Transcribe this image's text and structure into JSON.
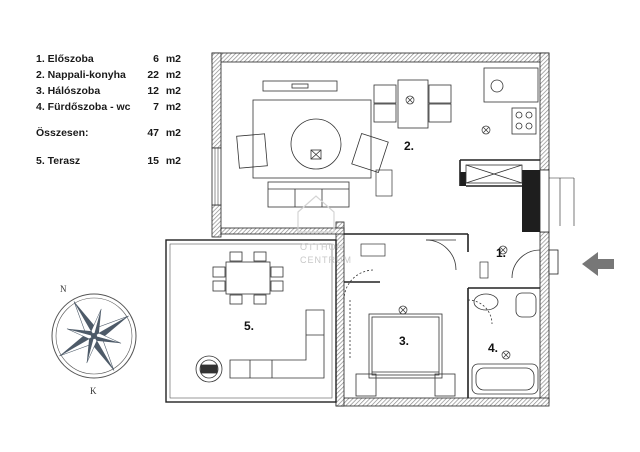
{
  "legend": {
    "rooms": [
      {
        "label": "1.  Előszoba",
        "value": "6",
        "unit": "m2"
      },
      {
        "label": "2.  Nappali-konyha",
        "value": "22",
        "unit": "m2"
      },
      {
        "label": "3.  Hálószoba",
        "value": "12",
        "unit": "m2"
      },
      {
        "label": "4.  Fürdőszoba - wc",
        "value": "7",
        "unit": "m2"
      }
    ],
    "total": {
      "label": "Összesen:",
      "value": "47",
      "unit": "m2"
    },
    "terrace": {
      "label": "5.  Terasz",
      "value": "15",
      "unit": "m2"
    }
  },
  "plan": {
    "room_labels": [
      "1.",
      "2.",
      "3.",
      "4.",
      "5."
    ],
    "watermark": {
      "line1": "OTTHON",
      "line2": "CENTRUM"
    },
    "entrance_arrow_color": "#777777",
    "wall_color": "#222222",
    "wall_hatch_color": "#8a8a8a",
    "compass": {
      "n_label": "N",
      "s_label": "K",
      "fill_dark": "#4d5a68",
      "fill_light": "#ffffff"
    }
  }
}
